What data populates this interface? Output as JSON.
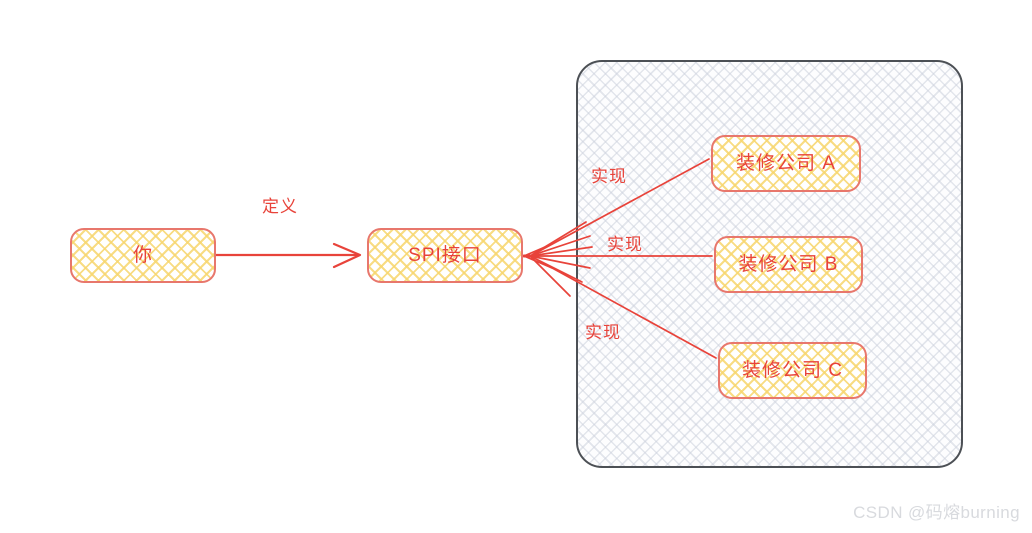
{
  "diagram": {
    "title": "SPI interface diagram",
    "colors": {
      "node_border": "#e8776c",
      "node_hatch": "#f7d66e",
      "text_red": "#e8433a",
      "arrow_red": "#e8433a",
      "container_border": "#4c5055",
      "container_hatch": "#cdd2dd",
      "watermark": "#d8dade"
    },
    "nodes": [
      {
        "id": "you",
        "label": "你"
      },
      {
        "id": "spi",
        "label": "SPI接口"
      },
      {
        "id": "a",
        "label": "装修公司 A"
      },
      {
        "id": "b",
        "label": "装修公司 B"
      },
      {
        "id": "c",
        "label": "装修公司 C"
      }
    ],
    "edges": [
      {
        "id": "define",
        "from": "you",
        "to": "spi",
        "label": "定义"
      },
      {
        "id": "impl-a",
        "from": "a",
        "to": "spi",
        "label": "实现"
      },
      {
        "id": "impl-b",
        "from": "b",
        "to": "spi",
        "label": "实现"
      },
      {
        "id": "impl-c",
        "from": "c",
        "to": "spi",
        "label": "实现"
      }
    ],
    "container": {
      "id": "impl-container",
      "label": ""
    },
    "watermark": "CSDN @码熔burning"
  }
}
